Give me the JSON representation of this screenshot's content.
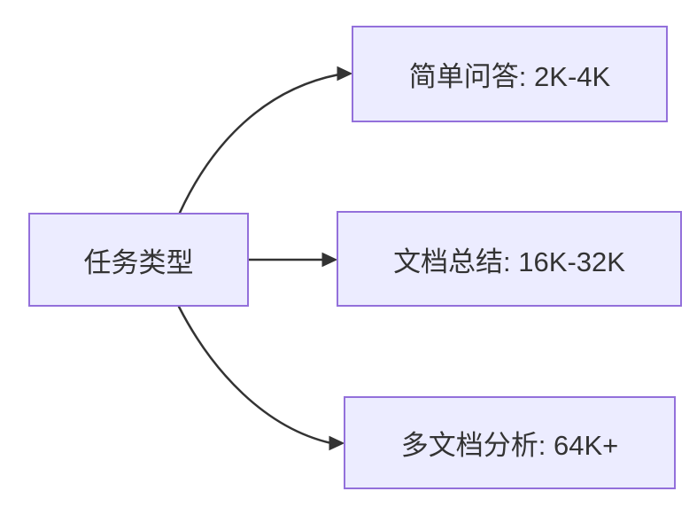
{
  "diagram": {
    "type": "flowchart",
    "direction": "left-to-right",
    "colors": {
      "background": "#ffffff",
      "node_fill": "#ECECFF",
      "node_border": "#9370DB",
      "node_text": "#333333",
      "edge": "#333333"
    },
    "nodes": {
      "root": {
        "label": "任务类型"
      },
      "simple_qa": {
        "label": "简单问答: 2K-4K"
      },
      "doc_summary": {
        "label": "文档总结: 16K-32K"
      },
      "multi_doc": {
        "label": "多文档分析: 64K+"
      }
    },
    "edges": [
      {
        "from": "任务类型",
        "to": "简单问答: 2K-4K"
      },
      {
        "from": "任务类型",
        "to": "文档总结: 16K-32K"
      },
      {
        "from": "任务类型",
        "to": "多文档分析: 64K+"
      }
    ]
  }
}
